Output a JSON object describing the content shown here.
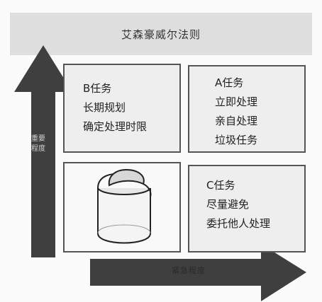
{
  "title": "艾森豪威尔法则",
  "axes": {
    "vertical_label": "重要程度",
    "horizontal_label": "紧急程度"
  },
  "quadrants": {
    "B": {
      "heading": "B任务",
      "items": [
        "长期规划",
        "确定处理时限"
      ]
    },
    "A": {
      "heading": "A任务",
      "items": [
        "立即处理",
        "亲自处理",
        "垃圾任务"
      ]
    },
    "C": {
      "heading": "C任务",
      "items": [
        "尽量避免",
        "委托他人处理"
      ]
    },
    "D": {
      "icon": "trash-bin-icon"
    }
  },
  "colors": {
    "arrow": "#3f3f3f",
    "title_bar": "#dedede",
    "quadrant_fill": "#efeeee"
  }
}
